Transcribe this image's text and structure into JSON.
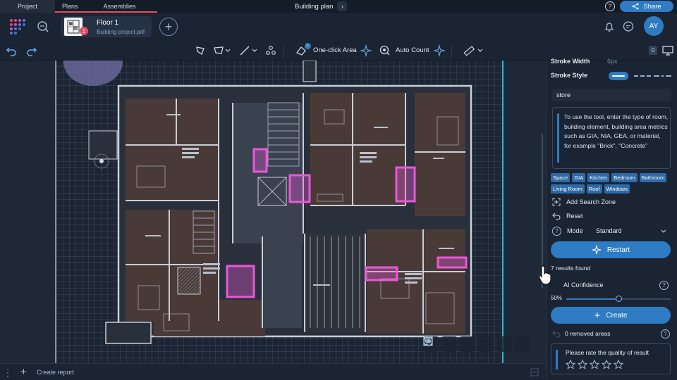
{
  "tabs": {
    "project": "Project",
    "plans": "Plans",
    "assemblies": "Assemblies"
  },
  "title": "Building plan",
  "share_label": "Share",
  "floor": {
    "name": "Floor 1",
    "file": "Building project.pdf",
    "badge": "1"
  },
  "avatar": "AY",
  "toolbar": {
    "one_click": "One-click Area",
    "auto_count": "Auto Count",
    "count": "0",
    "one_click_badge": "!"
  },
  "panel": {
    "stroke_width_label": "Stroke Width",
    "stroke_width_value": "6px",
    "stroke_style_label": "Stroke Style",
    "search_value": "store",
    "info_text": "To use the tool, enter the type of room, building element, building area metrics such as GIA, NIA, GEA, or material, for example \"Brick\", \"Concrete\"",
    "chips": [
      "Space",
      "GIA",
      "Kitchen",
      "Bedroom",
      "Bathroom",
      "Living Room",
      "Roof",
      "Windows"
    ],
    "add_search_zone": "Add Search Zone",
    "reset": "Reset",
    "mode_label": "Mode",
    "mode_value": "Standard",
    "restart": "Restart",
    "results": "7 results found",
    "ai_confidence": "AI Confidence",
    "confidence_value": "50%",
    "confidence_fraction": 0.5,
    "create": "Create",
    "removed": "0 removed areas",
    "rate": "Please rate the quality of result"
  },
  "bottom": {
    "create_report": "Create report"
  },
  "colors": {
    "accent": "#2e7cc4",
    "highlight": "#e858d8",
    "brand_red": "#e84a5f"
  }
}
